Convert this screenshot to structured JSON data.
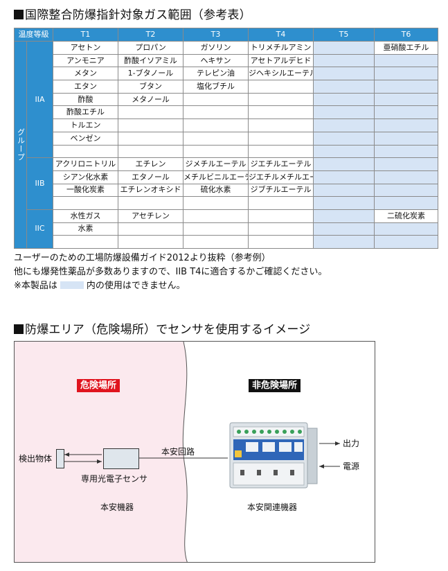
{
  "section1": {
    "title": "国際整合防爆指針対象ガス範囲（参考表）"
  },
  "table": {
    "corner": "温度等級",
    "temps": [
      "T1",
      "T2",
      "T3",
      "T4",
      "T5",
      "T6"
    ],
    "group_label": "グループ",
    "iia_label": "IIA",
    "iib_label": "IIB",
    "iic_label": "IIC",
    "iia": [
      [
        "アセトン",
        "プロパン",
        "ガソリン",
        "トリメチルアミン",
        "",
        "亜硝酸エチル"
      ],
      [
        "アンモニア",
        "酢酸イソアミル",
        "ヘキサン",
        "アセトアルデヒド",
        "",
        ""
      ],
      [
        "メタン",
        "1-ブタノール",
        "テレピン油",
        "ジヘキシルエーテル",
        "",
        ""
      ],
      [
        "エタン",
        "ブタン",
        "塩化ブチル",
        "",
        "",
        ""
      ],
      [
        "酢酸",
        "メタノール",
        "",
        "",
        "",
        ""
      ],
      [
        "酢酸エチル",
        "",
        "",
        "",
        "",
        ""
      ],
      [
        "トルエン",
        "",
        "",
        "",
        "",
        ""
      ],
      [
        "ベンゼン",
        "",
        "",
        "",
        "",
        ""
      ],
      [
        "",
        "",
        "",
        "",
        "",
        ""
      ]
    ],
    "iib": [
      [
        "アクリロニトリル",
        "エチレン",
        "ジメチルエーテル",
        "ジエチルエーテル",
        "",
        ""
      ],
      [
        "シアン化水素",
        "エタノール",
        "メチルビニルエーテル",
        "ジエチルメチルエーテル",
        "",
        ""
      ],
      [
        "一酸化炭素",
        "エチレンオキシド",
        "硫化水素",
        "ジブチルエーテル",
        "",
        ""
      ],
      [
        "",
        "",
        "",
        "",
        "",
        ""
      ]
    ],
    "iic": [
      [
        "水性ガス",
        "アセチレン",
        "",
        "",
        "",
        "二硫化炭素"
      ],
      [
        "水素",
        "",
        "",
        "",
        "",
        ""
      ],
      [
        "",
        "",
        "",
        "",
        "",
        ""
      ]
    ]
  },
  "notes": {
    "line1": "ユーザーのための工場防爆設備ガイド2012より抜粋（参考例）",
    "line2": "他にも爆発性薬品が多数ありますので、IIB T4に適合するかご確認ください。",
    "line3_pre": "※本製品は",
    "line3_post": "内の使用はできません。"
  },
  "section2": {
    "title": "防爆エリア（危険場所）でセンサを使用するイメージ"
  },
  "diagram": {
    "hazard_label": "危険場所",
    "safe_label": "非危険場所",
    "object_label": "検出物体",
    "sensor_label": "専用光電子センサ",
    "circuit_label": "本安回路",
    "hazard_equipment": "本安機器",
    "safe_equipment": "本安関連機器",
    "output_label": "出力",
    "power_label": "電源",
    "colors": {
      "hazard_fill": "#fbe9ee",
      "hazard_badge": "#e0141e",
      "safe_badge": "#111111",
      "header_blue": "#2e8fce",
      "na_cell": "#d6e4f5"
    }
  }
}
